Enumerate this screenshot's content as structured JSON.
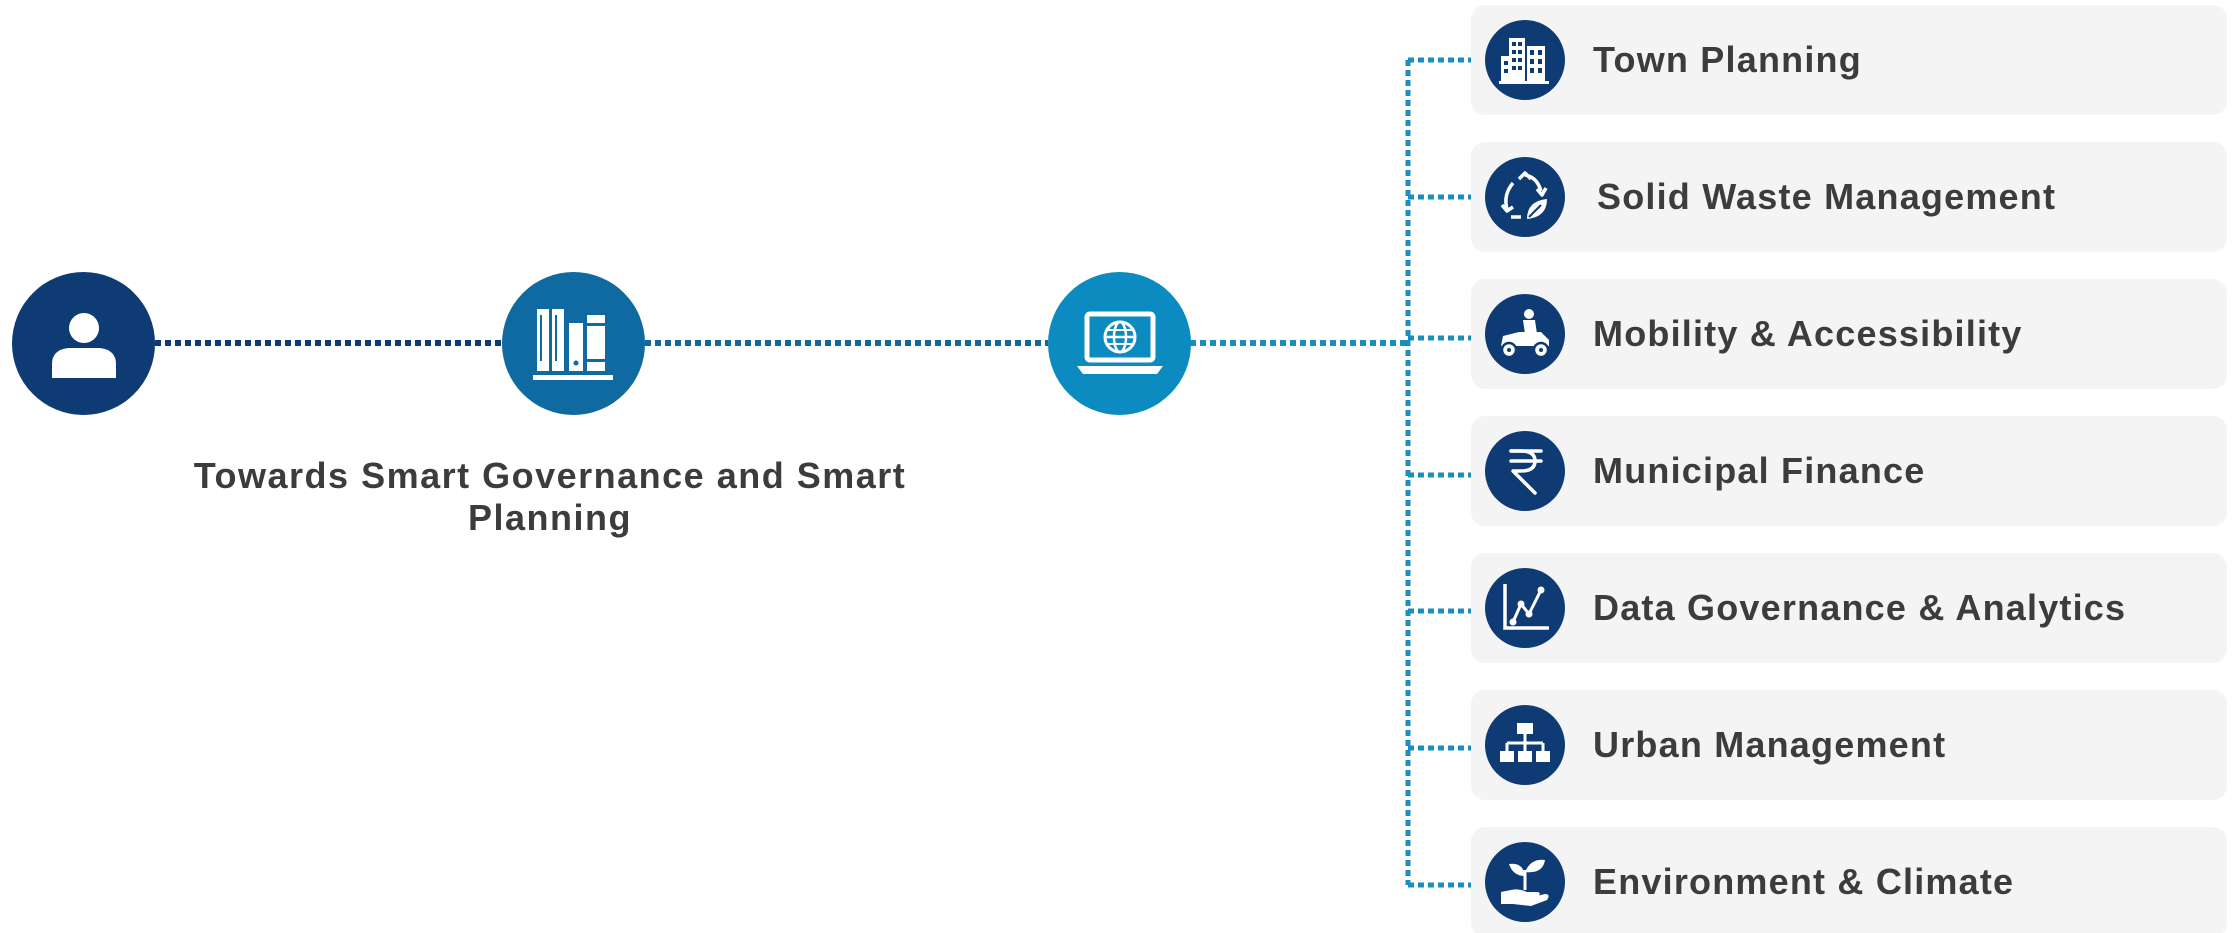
{
  "diagram": {
    "caption": "Towards Smart Governance and Smart Planning",
    "colors": {
      "navy": "#0e3b74",
      "mid_blue": "#0e6aa0",
      "light_blue": "#0b8bc0",
      "connector_dark": "#0e3b74",
      "connector_light": "#1a8fbf",
      "card_bg": "#f4f4f5",
      "text": "#3c3c3c"
    },
    "nodes": [
      {
        "icon": "person-icon"
      },
      {
        "icon": "books-icon"
      },
      {
        "icon": "laptop-globe-icon"
      }
    ],
    "categories": [
      {
        "label": "Town Planning",
        "icon": "buildings-icon"
      },
      {
        "label": "Solid Waste Management",
        "icon": "recycle-leaf-icon"
      },
      {
        "label": "Mobility & Accessibility",
        "icon": "scooter-icon"
      },
      {
        "label": "Municipal Finance",
        "icon": "rupee-icon"
      },
      {
        "label": "Data Governance & Analytics",
        "icon": "line-graph-icon"
      },
      {
        "label": "Urban Management",
        "icon": "org-chart-icon"
      },
      {
        "label": "Environment & Climate",
        "icon": "plant-hand-icon"
      }
    ]
  }
}
